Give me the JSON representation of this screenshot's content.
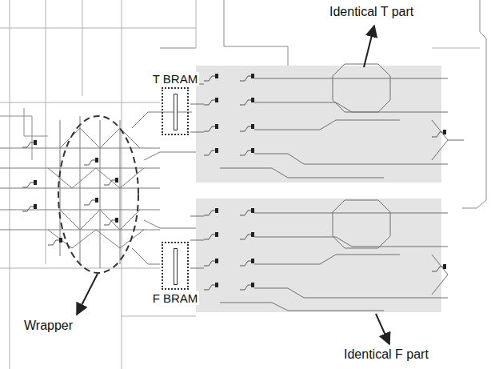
{
  "diagram": {
    "nodes": [
      {
        "text": [
          "T BRAM"
        ]
      },
      {
        "text": [
          "F BRAM"
        ]
      }
    ],
    "labels": [
      "Identical T part",
      "Wrapper",
      "Identical F part"
    ]
  }
}
